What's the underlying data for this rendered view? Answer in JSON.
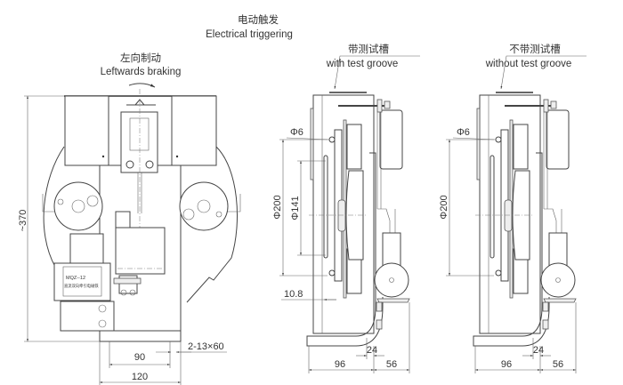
{
  "title": {
    "zh": "电动触发",
    "en": "Electrical triggering"
  },
  "front_view": {
    "label_zh": "左向制动",
    "label_en": "Leftwards braking",
    "magnet_model": "MQZ--12",
    "magnet_desc": "直流双向牵引电磁铁",
    "dims": {
      "height": "~370",
      "hole_spacing": "90",
      "width": "120",
      "slots": "2-13×60"
    }
  },
  "side_view_groove": {
    "label_zh": "带测试槽",
    "label_en": "with test groove",
    "dims": {
      "phi6": "Φ6",
      "phi200": "Φ200",
      "phi141": "Φ141",
      "offset": "10.8",
      "bend": "24",
      "depth": "96",
      "ext": "56"
    }
  },
  "side_view_no_groove": {
    "label_zh": "不带测试槽",
    "label_en": "without test groove",
    "dims": {
      "phi6": "Φ6",
      "phi200": "Φ200",
      "bend": "24",
      "depth": "96",
      "ext": "56"
    }
  }
}
